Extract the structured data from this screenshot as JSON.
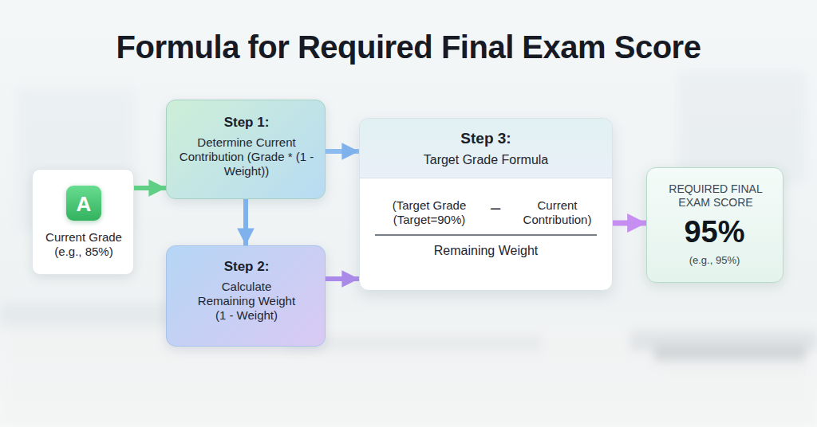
{
  "diagram": {
    "title": "Formula for Required Final Exam Score",
    "nodes": [
      {
        "text": [
          "Current Grade (e.g., 85%)"
        ]
      },
      {
        "text": [
          "A"
        ],
        "in": 0
      },
      {
        "text": [
          "Step 1:",
          "Determine Current Contribution (Grade * (1 - Weight))"
        ]
      },
      {
        "text": [
          "Step 2:",
          "Calculate Remaining Weight (1 - Weight)"
        ]
      },
      {
        "text": [
          "Step 3:",
          "Target Grade Formula",
          "(Target Grade (Target=90%)",
          "–",
          "Current Contribution)",
          "Remaining Weight"
        ]
      },
      {
        "text": [
          "REQUIRED FINAL EXAM SCORE",
          "95%",
          "(e.g., 95%)"
        ]
      }
    ],
    "edges": [
      {
        "from": 0,
        "to": 2,
        "arrow": "to"
      },
      {
        "from": 2,
        "to": 3,
        "arrow": "to"
      },
      {
        "from": 2,
        "to": 4,
        "arrow": "to"
      },
      {
        "from": 3,
        "to": 4,
        "arrow": "to"
      },
      {
        "from": 4,
        "to": 5,
        "arrow": "to"
      }
    ]
  }
}
